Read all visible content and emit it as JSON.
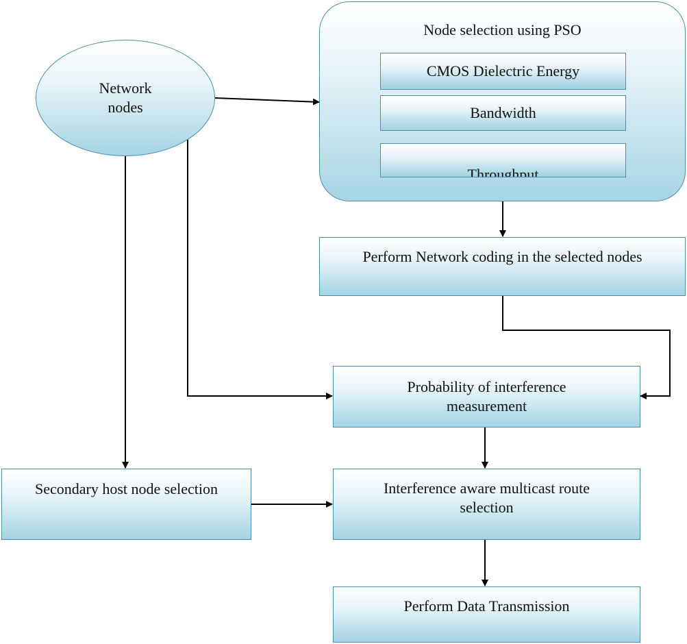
{
  "nodes": {
    "network_nodes": "Network\nnodes",
    "pso_title": "Node selection using PSO",
    "pso_criteria": [
      "CMOS Dielectric Energy",
      "Bandwidth",
      "Throughput"
    ],
    "network_coding": "Perform Network coding in the selected nodes",
    "interference_prob": "Probability of interference\nmeasurement",
    "secondary_host": "Secondary host node selection",
    "multicast_route": "Interference aware multicast route\nselection",
    "data_transmission": "Perform Data Transmission"
  },
  "edges": [
    {
      "from": "network_nodes",
      "to": "pso_panel"
    },
    {
      "from": "pso_panel",
      "to": "network_coding"
    },
    {
      "from": "network_coding",
      "to": "interference_prob"
    },
    {
      "from": "network_nodes",
      "to": "interference_prob"
    },
    {
      "from": "network_nodes",
      "to": "secondary_host"
    },
    {
      "from": "interference_prob",
      "to": "multicast_route"
    },
    {
      "from": "secondary_host",
      "to": "multicast_route"
    },
    {
      "from": "multicast_route",
      "to": "data_transmission"
    }
  ],
  "colors": {
    "box_border": "#4c8fa8",
    "box_fill_top": "#ffffff",
    "box_fill_bottom": "#a4d4e4",
    "arrow": "#000000"
  }
}
